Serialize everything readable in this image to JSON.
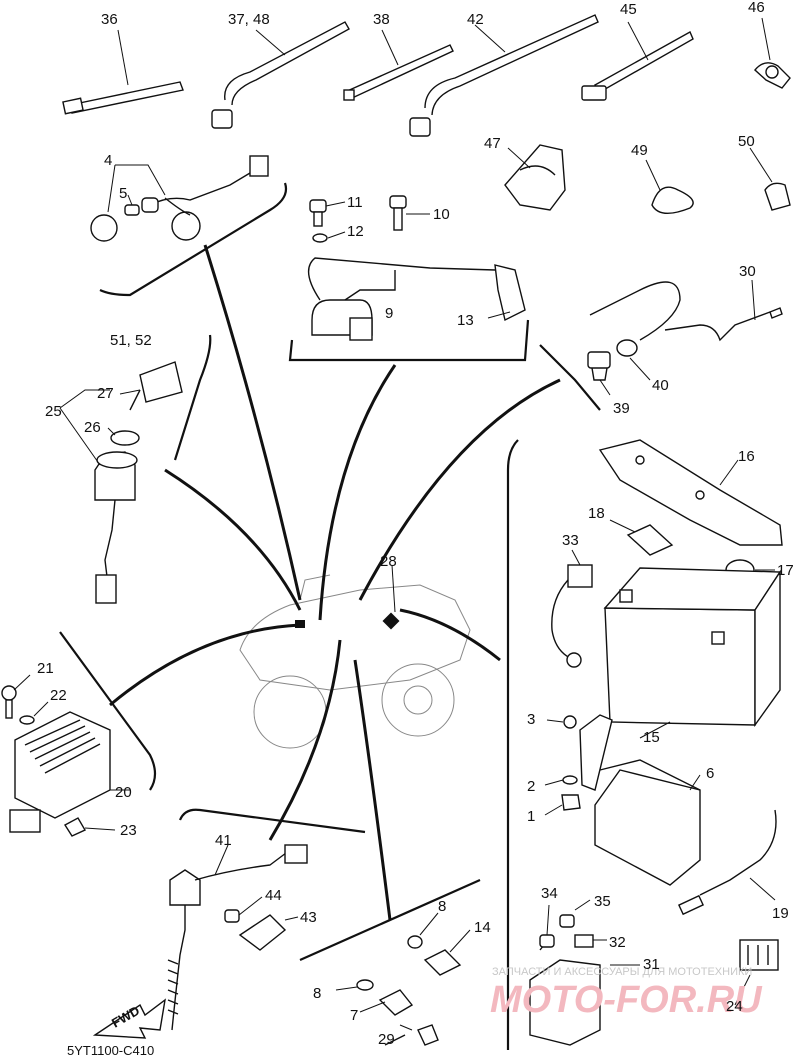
{
  "diagram_code": "5YT1100-C410",
  "fwd_label": "FWD",
  "watermark": {
    "tagline": "ЗАПЧАСТИ И АКСЕССУАРЫ ДЛЯ МОТОТЕХНИКИ",
    "brand": "MOTO-FOR.RU"
  },
  "callouts": {
    "c1": "1",
    "c2": "2",
    "c3": "3",
    "c4": "4",
    "c5": "5",
    "c6": "6",
    "c7": "7",
    "c8a": "8",
    "c8b": "8",
    "c9": "9",
    "c10": "10",
    "c11": "11",
    "c12": "12",
    "c13": "13",
    "c14": "14",
    "c15": "15",
    "c16": "16",
    "c17": "17",
    "c18": "18",
    "c19": "19",
    "c20": "20",
    "c21": "21",
    "c22": "22",
    "c23": "23",
    "c24": "24",
    "c25": "25",
    "c26": "26",
    "c27": "27",
    "c28": "28",
    "c29": "29",
    "c30": "30",
    "c31": "31",
    "c32": "32",
    "c33": "33",
    "c34": "34",
    "c35": "35",
    "c36": "36",
    "c37_48": "37, 48",
    "c38": "38",
    "c39": "39",
    "c40": "40",
    "c41": "41",
    "c42": "42",
    "c43": "43",
    "c44": "44",
    "c45": "45",
    "c46": "46",
    "c47": "47",
    "c49": "49",
    "c50": "50",
    "c51_52": "51, 52"
  }
}
